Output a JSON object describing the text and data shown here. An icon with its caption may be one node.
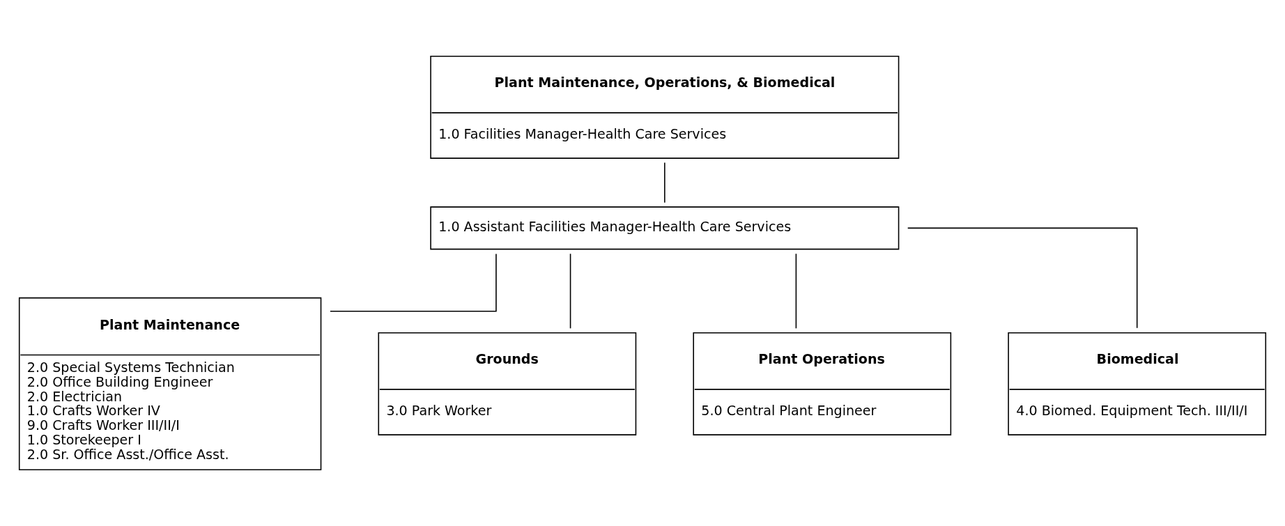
{
  "diagram": {
    "nodes": [
      {
        "text": [
          "Plant Maintenance, Operations, & Biomedical",
          "1.0 Facilities Manager-Health Care Services"
        ]
      },
      {
        "text": [
          "1.0 Assistant Facilities Manager-Health Care Services"
        ]
      },
      {
        "text": [
          "Plant Maintenance",
          "2.0 Special Systems Technician",
          "2.0 Office Building Engineer",
          "2.0 Electrician",
          "1.0 Crafts Worker IV",
          "9.0 Crafts Worker III/II/I",
          "1.0 Storekeeper I",
          "2.0 Sr. Office Asst./Office Asst."
        ]
      },
      {
        "text": [
          "Grounds",
          "3.0 Park Worker"
        ]
      },
      {
        "text": [
          "Plant Operations",
          "5.0 Central Plant Engineer"
        ]
      },
      {
        "text": [
          "Biomedical",
          "4.0 Biomed. Equipment Tech. III/II/I"
        ]
      }
    ],
    "edges": [
      {
        "from": 0,
        "to": 1,
        "arrow": "none"
      },
      {
        "from": 1,
        "to": 2,
        "arrow": "none"
      },
      {
        "from": 1,
        "to": 3,
        "arrow": "none"
      },
      {
        "from": 1,
        "to": 4,
        "arrow": "none"
      },
      {
        "from": 1,
        "to": 5,
        "arrow": "none"
      }
    ]
  }
}
